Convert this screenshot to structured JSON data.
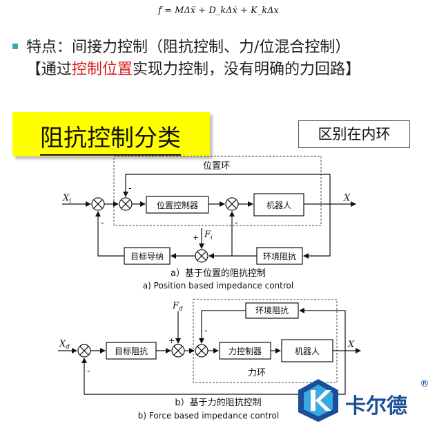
{
  "formula": "f = MΔẍ + D_kΔẋ + K_kΔx",
  "heading": {
    "line1": "特点：间接力控制（阻抗控制、力/位混合控制）",
    "line2_prefix": "【通过",
    "line2_red": "控制位置",
    "line2_suffix": "实现力控制，没有明确的力回路】"
  },
  "title": "阻抗控制分类",
  "difference_note": "区别在内环",
  "diagram_a": {
    "loop_label": "位置环",
    "input": "X",
    "input_sub": "i",
    "output": "X",
    "controller": "位置控制器",
    "robot": "机器人",
    "environment": "环境阻抗",
    "target": "目标导纳",
    "force": "F",
    "force_sub": "i",
    "plus": "+",
    "minus": "-",
    "caption_cn": "a）基于位置的阻抗控制",
    "caption_en": "a) Position based impedance control"
  },
  "diagram_b": {
    "loop_label": "力环",
    "input": "X",
    "input_sub": "d",
    "output": "X",
    "target": "目标阻抗",
    "controller": "力控制器",
    "robot": "机器人",
    "environment": "环境阻抗",
    "force": "F",
    "force_sub": "d",
    "plus": "+",
    "minus": "-",
    "caption_cn": "b）基于力的阻抗控制",
    "caption_en": "b) Force based impedance control"
  },
  "logo": {
    "name": "卡尔德",
    "registered": "®",
    "color_dark": "#1a4f97",
    "color_light": "#3aa8e0"
  }
}
